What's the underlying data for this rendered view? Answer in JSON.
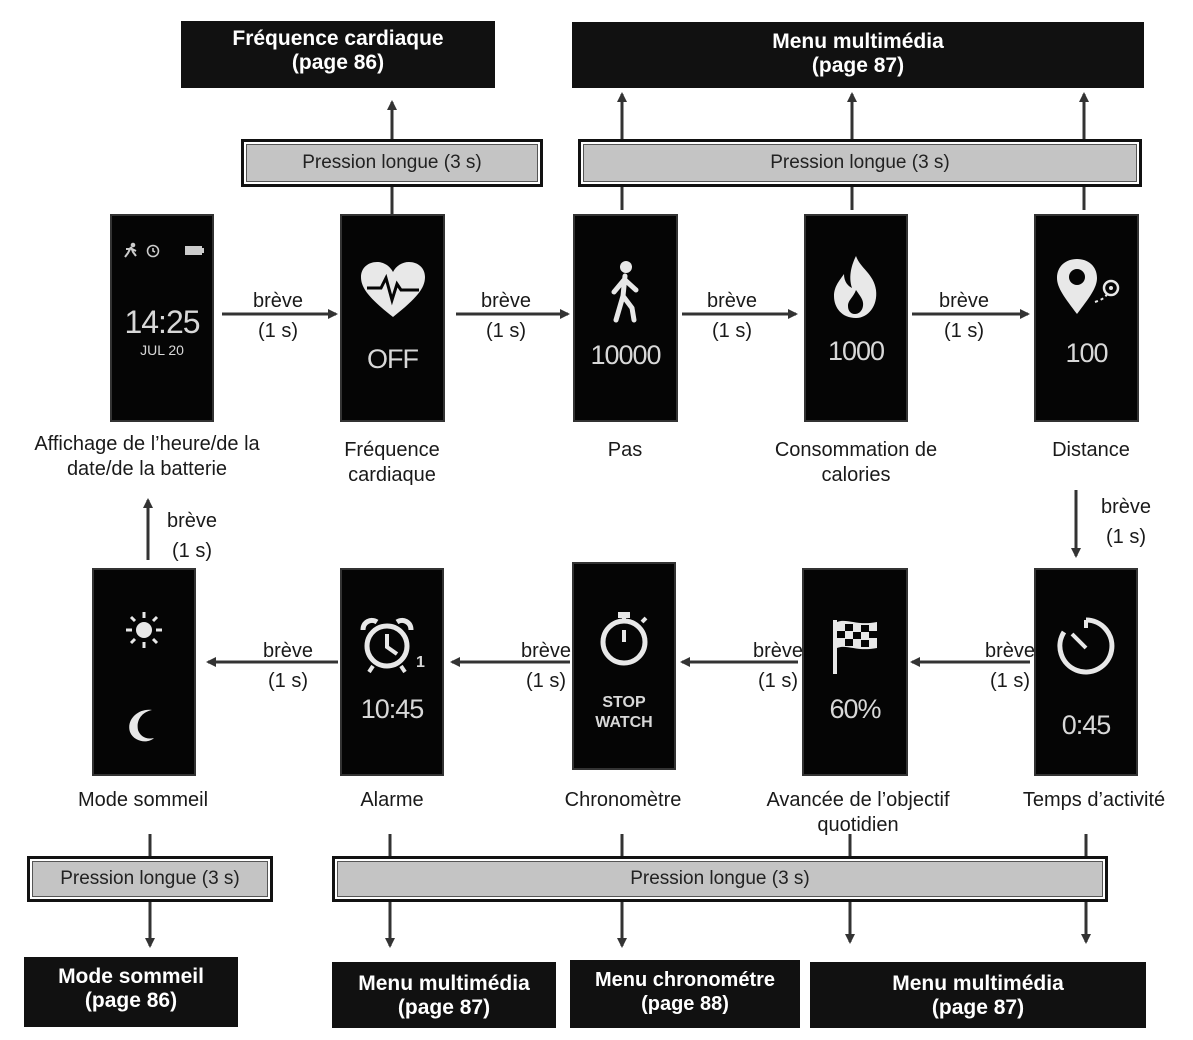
{
  "headers": {
    "heart_rate_menu": {
      "line1": "Fréquence cardiaque",
      "line2": "(page 86)"
    },
    "media_menu_top": {
      "line1": "Menu multimédia",
      "line2": "(page 87)"
    },
    "sleep_menu": {
      "line1": "Mode sommeil",
      "line2": "(page 86)"
    },
    "media_menu_alarm": {
      "line1": "Menu multimédia",
      "line2": "(page 87)"
    },
    "stopwatch_menu": {
      "line1": "Menu chronométre",
      "line2": "(page 88)"
    },
    "media_menu_right": {
      "line1": "Menu multimédia",
      "line2": "(page 87)"
    }
  },
  "long_press": {
    "label": "Pression longue (3 s)"
  },
  "short_press": {
    "line1": "brève",
    "line2": "(1 s)"
  },
  "screens": {
    "time": {
      "time": "14:25",
      "date": "JUL 20",
      "label": "Affichage de l’heure/de la date/de la batterie",
      "icons": [
        "runner-icon",
        "alarm-icon",
        "battery-icon"
      ]
    },
    "heart_rate": {
      "value": "OFF",
      "label": "Fréquence cardiaque",
      "icon": "heart-pulse-icon"
    },
    "steps": {
      "value": "10000",
      "label": "Pas",
      "icon": "walking-person-icon"
    },
    "calories": {
      "value": "1000",
      "label": "Consommation de calories",
      "icon": "flame-icon"
    },
    "distance": {
      "value": "100",
      "label": "Distance",
      "icon": "location-pin-icon"
    },
    "activity_time": {
      "value": "0:45",
      "label": "Temps d’activité",
      "icon": "timer-icon"
    },
    "goal": {
      "value": "60%",
      "label": "Avancée de l’objectif quotidien",
      "icon": "checkered-flag-icon"
    },
    "stopwatch": {
      "value_line1": "STOP",
      "value_line2": "WATCH",
      "label": "Chronomètre",
      "icon": "stopwatch-icon"
    },
    "alarm": {
      "value": "10:45",
      "badge": "1",
      "label": "Alarme",
      "icon": "alarm-clock-icon"
    },
    "sleep": {
      "label": "Mode sommeil",
      "icons": [
        "sun-icon",
        "moon-icon"
      ]
    }
  },
  "colors": {
    "header_bg": "#111111",
    "bar_bg": "#c4c4c4",
    "screen_bg": "#050505",
    "line": "#333333"
  }
}
